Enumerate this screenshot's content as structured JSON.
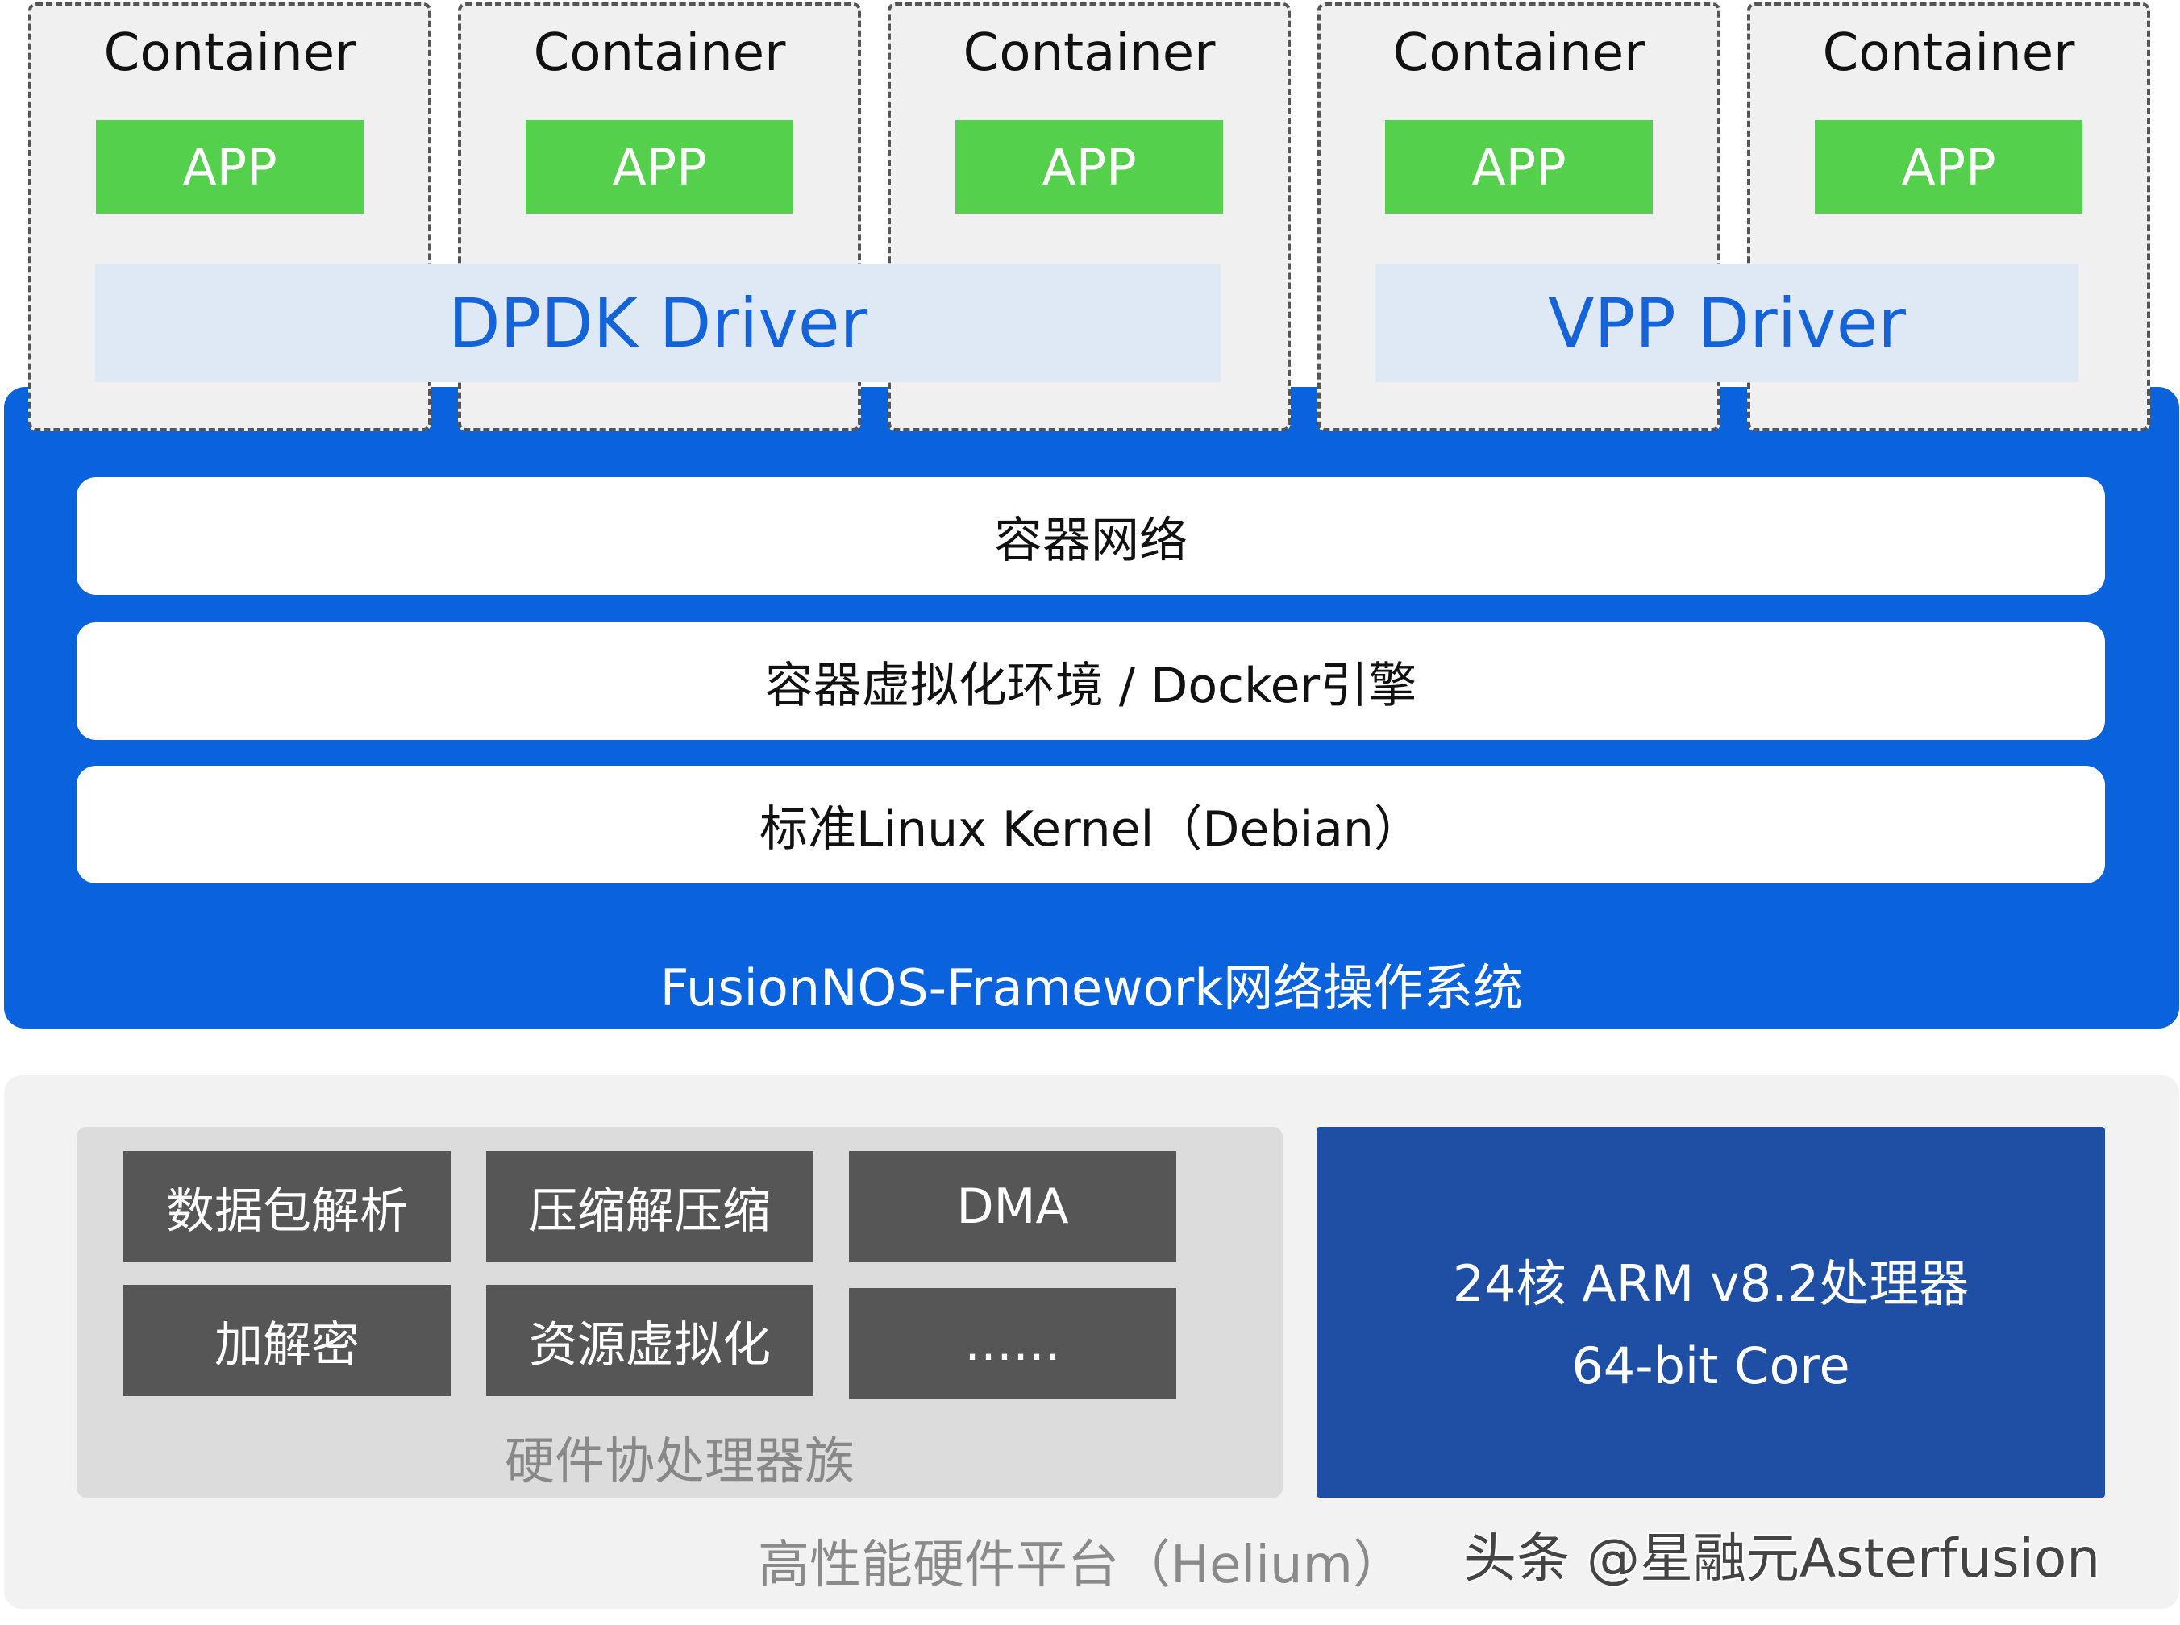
{
  "containers": [
    {
      "label": "Container",
      "app": "APP"
    },
    {
      "label": "Container",
      "app": "APP"
    },
    {
      "label": "Container",
      "app": "APP"
    },
    {
      "label": "Container",
      "app": "APP"
    },
    {
      "label": "Container",
      "app": "APP"
    }
  ],
  "drivers": {
    "dpdk": "DPDK Driver",
    "vpp": "VPP Driver"
  },
  "os": {
    "layers": [
      "容器网络",
      "容器虚拟化环境 / Docker引擎",
      "标准Linux Kernel（Debian）"
    ],
    "title": "FusionNOS-Framework网络操作系统"
  },
  "hardware": {
    "coprocessors": [
      "数据包解析",
      "压缩解压缩",
      "DMA",
      "加解密",
      "资源虚拟化",
      "……"
    ],
    "coprocessor_group_label": "硬件协处理器族",
    "cpu": {
      "line1": "24核 ARM v8.2处理器",
      "line2": "64-bit Core"
    },
    "title": "高性能硬件平台（Helium）"
  },
  "watermark": "头条 @星融元Asterfusion",
  "colors": {
    "os_blue": "#0a63dd",
    "app_green": "#55d04d",
    "driver_bg": "#dfe9f5",
    "driver_text": "#1463d8",
    "coprocessor_gray": "#565656",
    "cpu_blue": "#1e4fa5"
  }
}
